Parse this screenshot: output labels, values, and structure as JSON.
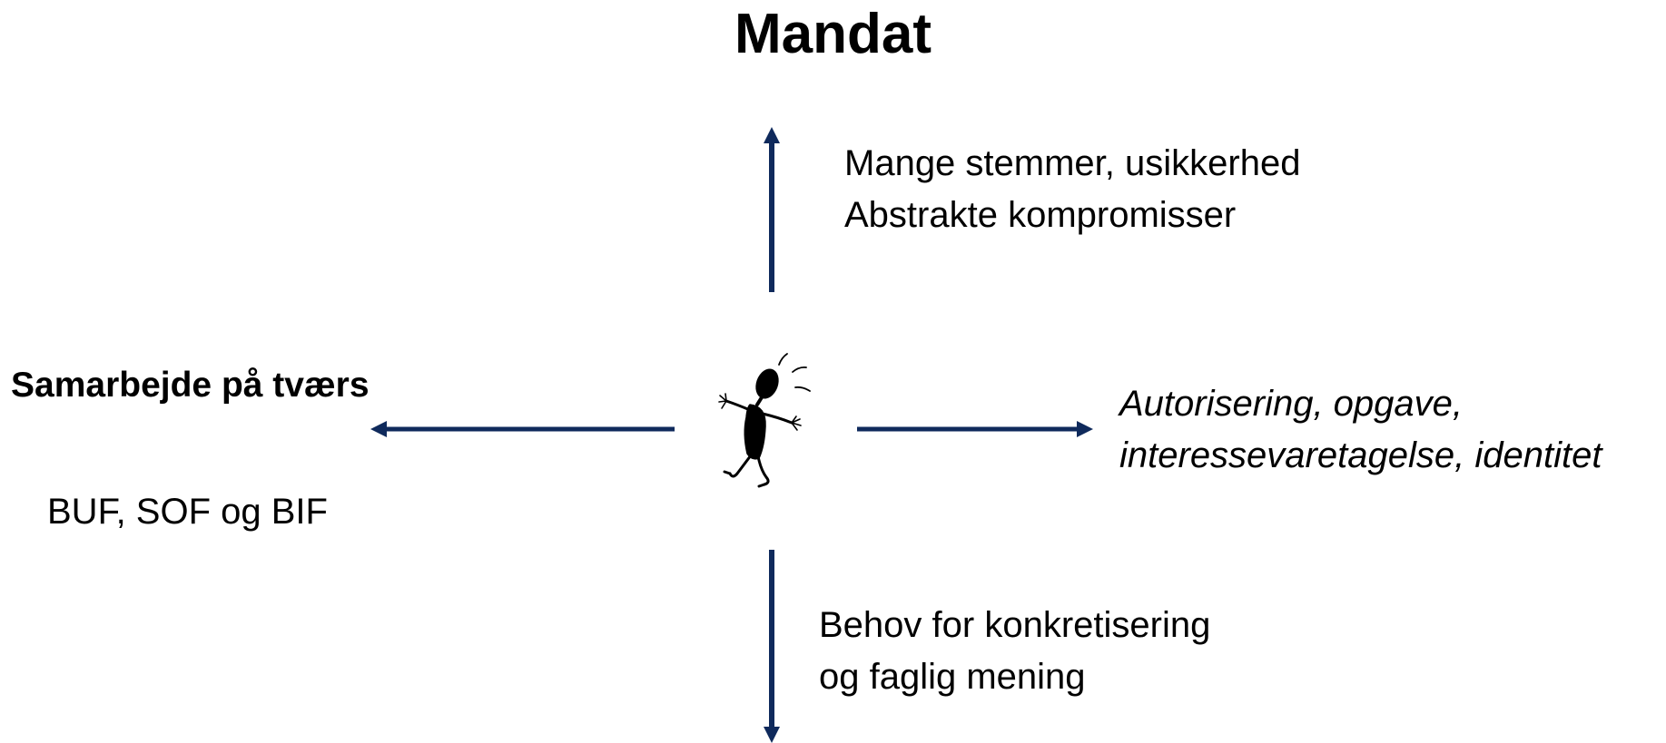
{
  "title": "Mandat",
  "top": {
    "lines": [
      "Mange stemmer, usikkerhed",
      "Abstrakte kompromisser"
    ]
  },
  "right": {
    "lines": [
      "Autorisering, opgave,",
      "interessevaretagelse, identitet"
    ]
  },
  "left": {
    "heading": "Samarbejde på tværs",
    "subtext": "BUF, SOF og BIF"
  },
  "bottom": {
    "lines": [
      "Behov for konkretisering",
      "og faglig mening"
    ]
  },
  "colors": {
    "arrow": "#0f2a5c",
    "text": "#000000",
    "figure": "#000000"
  },
  "icons": {
    "center_figure": "stick-figure-icon"
  }
}
